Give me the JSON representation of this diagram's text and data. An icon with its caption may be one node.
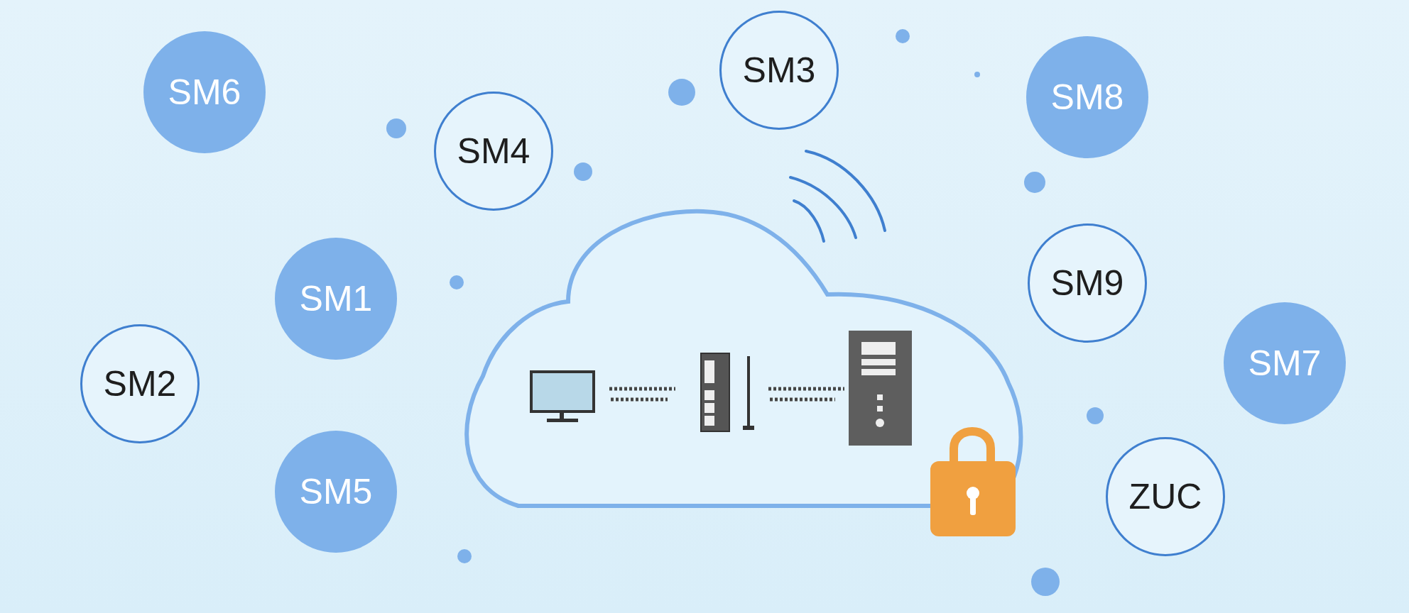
{
  "diagram": {
    "nodes": [
      {
        "text": [
          "SM3"
        ]
      },
      {
        "text": [
          "SM6"
        ]
      },
      {
        "text": [
          "SM8"
        ]
      },
      {
        "text": [
          "SM4"
        ]
      },
      {
        "text": [
          "SM9"
        ]
      },
      {
        "text": [
          "SM1"
        ]
      },
      {
        "text": [
          "SM7"
        ]
      },
      {
        "text": [
          "SM2"
        ]
      },
      {
        "text": [
          "SM5"
        ]
      },
      {
        "text": [
          "ZUC"
        ]
      }
    ]
  }
}
